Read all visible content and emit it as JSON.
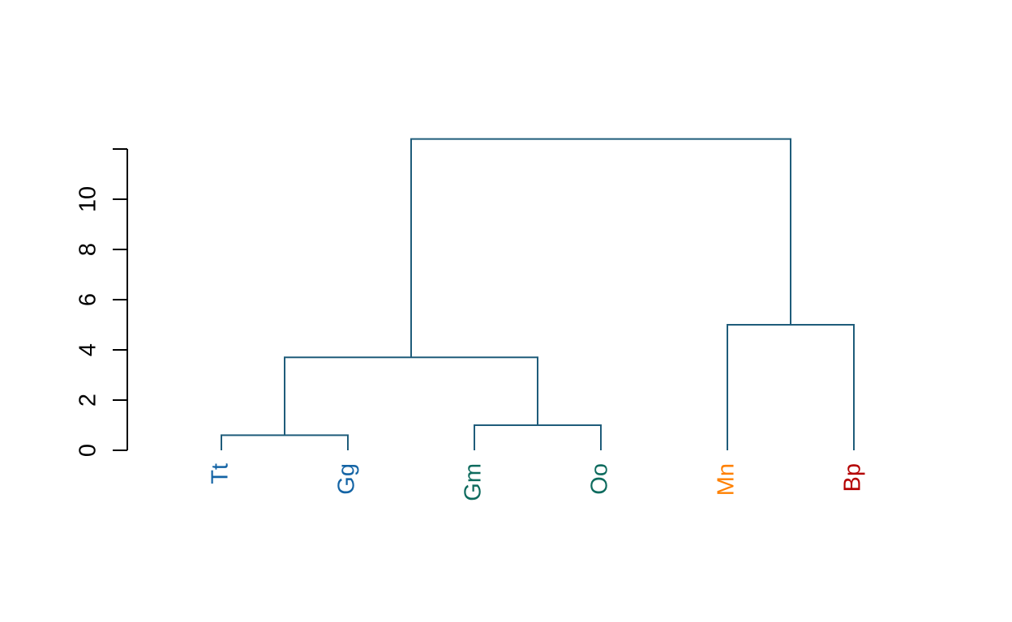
{
  "colors": {
    "branch": "#1f5c7a",
    "axis": "#000000"
  },
  "chart_data": {
    "type": "dendrogram",
    "title": "",
    "xlabel": "",
    "ylabel": "",
    "ylim": [
      0,
      12
    ],
    "y_ticks": [
      0,
      2,
      4,
      6,
      8,
      10
    ],
    "leaves": [
      {
        "label": "Tt",
        "color": "#1464a5"
      },
      {
        "label": "Gg",
        "color": "#1464a5"
      },
      {
        "label": "Gm",
        "color": "#0e6b5e"
      },
      {
        "label": "Oo",
        "color": "#0e6b5e"
      },
      {
        "label": "Mn",
        "color": "#ff8000"
      },
      {
        "label": "Bp",
        "color": "#b40000"
      }
    ],
    "merges": [
      {
        "left": "Tt",
        "right": "Gg",
        "height": 0.6
      },
      {
        "left": "Gm",
        "right": "Oo",
        "height": 1.0
      },
      {
        "left": "Tt-Gg",
        "right": "Gm-Oo",
        "height": 3.7
      },
      {
        "left": "Mn",
        "right": "Bp",
        "height": 5.0
      },
      {
        "left": "Tt-Gg-Gm-Oo",
        "right": "Mn-Bp",
        "height": 12.4
      }
    ]
  }
}
